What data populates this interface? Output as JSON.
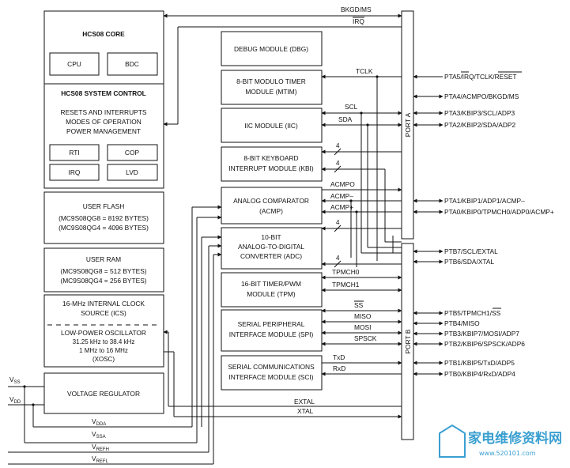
{
  "core": {
    "title": "HCS08 CORE",
    "cpu": "CPU",
    "bdc": "BDC",
    "sysctl_title": "HCS08 SYSTEM CONTROL",
    "sysctl_lines": [
      "RESETS AND INTERRUPTS",
      "MODES OF OPERATION",
      "POWER MANAGEMENT"
    ],
    "rti": "RTI",
    "cop": "COP",
    "irq": "IRQ",
    "lvd": "LVD"
  },
  "memory": {
    "flash_title": "USER FLASH",
    "flash_lines": [
      "(MC9S08QG8 = 8192 BYTES)",
      "(MC9S08QG4 = 4096 BYTES)"
    ],
    "ram_title": "USER RAM",
    "ram_lines": [
      "(MC9S08QG8 = 512 BYTES)",
      "(MC9S08QG4 = 256 BYTES)"
    ]
  },
  "clock": {
    "ics_lines": [
      "16-MHz INTERNAL CLOCK",
      "SOURCE (ICS)"
    ],
    "xosc_lines": [
      "LOW-POWER OSCILLATOR",
      "31.25 kHz to 38.4 kHz",
      "1 MHz to 16 MHz",
      "(XOSC)"
    ]
  },
  "regulator": {
    "label": "VOLTAGE REGULATOR"
  },
  "modules": {
    "dbg": "DEBUG MODULE (DBG)",
    "mtim": [
      "8-BIT MODULO TIMER",
      "MODULE (MTIM)"
    ],
    "iic": "IIC MODULE (IIC)",
    "kbi": [
      "8-BIT KEYBOARD",
      "INTERRUPT MODULE (KBI)"
    ],
    "acmp": [
      "ANALOG COMPARATOR",
      "(ACMP)"
    ],
    "adc": [
      "10-BIT",
      "ANALOG-TO-DIGITAL",
      "CONVERTER (ADC)"
    ],
    "tpm": [
      "16-BIT TIMER/PWM",
      "MODULE (TPM)"
    ],
    "spi": [
      "SERIAL PERIPHERAL",
      "INTERFACE MODULE (SPI)"
    ],
    "sci": [
      "SERIAL COMMUNICATIONS",
      "INTERFACE MODULE (SCI)"
    ]
  },
  "ports": {
    "a": "PORT A",
    "b": "PORT B"
  },
  "signals": {
    "bkgd": "BKGD/MS",
    "irq": "IRQ",
    "tclk": "TCLK",
    "scl": "SCL",
    "sda": "SDA",
    "kbi_width": "4",
    "acmpo": "ACMPO",
    "acmp_minus": "ACMP–",
    "acmp_plus": "ACMP+",
    "adc_width_a": "4",
    "adc_width_b": "4",
    "tpmch0": "TPMCH0",
    "tpmch1": "TPMCH1",
    "ss": "SS",
    "miso": "MISO",
    "mosi": "MOSI",
    "spsck": "SPSCK",
    "txd": "TxD",
    "rxd": "RxD",
    "extal": "EXTAL",
    "xtal": "XTAL"
  },
  "supply": {
    "vss": "V",
    "vss_sub": "SS",
    "vdd": "V",
    "vdd_sub": "DD",
    "vdda": "V",
    "vdda_sub": "DDA",
    "vssa": "V",
    "vssa_sub": "SSA",
    "vrefh": "V",
    "vrefh_sub": "REFH",
    "vrefl": "V",
    "vrefl_sub": "REFL"
  },
  "pins": {
    "pta5_a": "PTA5/",
    "pta5_b": "IRQ",
    "pta5_c": "/TCLK/",
    "pta5_d": "RESET",
    "pta4": "PTA4/ACMPO/BKGD/MS",
    "pta3": "PTA3/KBIP3/SCL/ADP3",
    "pta2": "PTA2/KBIP2/SDA/ADP2",
    "pta1": "PTA1/KBIP1/ADP1/ACMP–",
    "pta0": "PTA0/KBIP0/TPMCH0/ADP0/ACMP+",
    "ptb7": "PTB7/SCL/EXTAL",
    "ptb6": "PTB6/SDA/XTAL",
    "ptb5_a": "PTB5/TPMCH1/",
    "ptb5_b": "SS",
    "ptb4": "PTB4/MISO",
    "ptb3": "PTB3/KBIP7/MOSI/ADP7",
    "ptb2": "PTB2/KBIP6/SPSCK/ADP6",
    "ptb1": "PTB1/KBIP5/TxD/ADP5",
    "ptb0": "PTB0/KBIP4/RxD/ADP4"
  },
  "watermark": {
    "title": "家电维修资料网",
    "url": "www.520101.com"
  }
}
